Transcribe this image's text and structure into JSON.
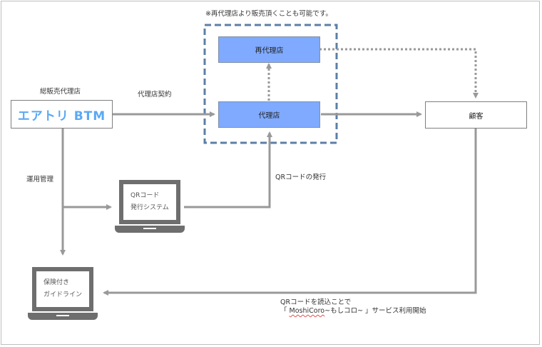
{
  "diagram": {
    "note": "※再代理店より販売頂くことも可能です。",
    "nodes": {
      "master_agent_caption": "総販売代理店",
      "master_agent_logo": "エアトリ BTM",
      "sub_agent": "再代理店",
      "agent": "代理店",
      "customer": "顧客",
      "qr_system_line1": "QRコード",
      "qr_system_line2": "発行システム",
      "guideline_line1": "保険付き",
      "guideline_line2": "ガイドライン"
    },
    "edges": {
      "agent_contract": "代理店契約",
      "operation_management": "運用管理",
      "qr_issue": "QRコードの発行",
      "usage_line1": "QRコードを読込ことで",
      "usage_line2_prefix": "「 ",
      "usage_line2_brand": "MoshiCoro",
      "usage_line2_suffix": "~もしコロ~ 」サービス利用開始"
    },
    "colors": {
      "agent_fill": "#7faaff",
      "dashed_group": "#5b7fa6",
      "arrow": "#999999",
      "laptop": "#6e6e6e",
      "logo": "#5aa9f5"
    }
  }
}
